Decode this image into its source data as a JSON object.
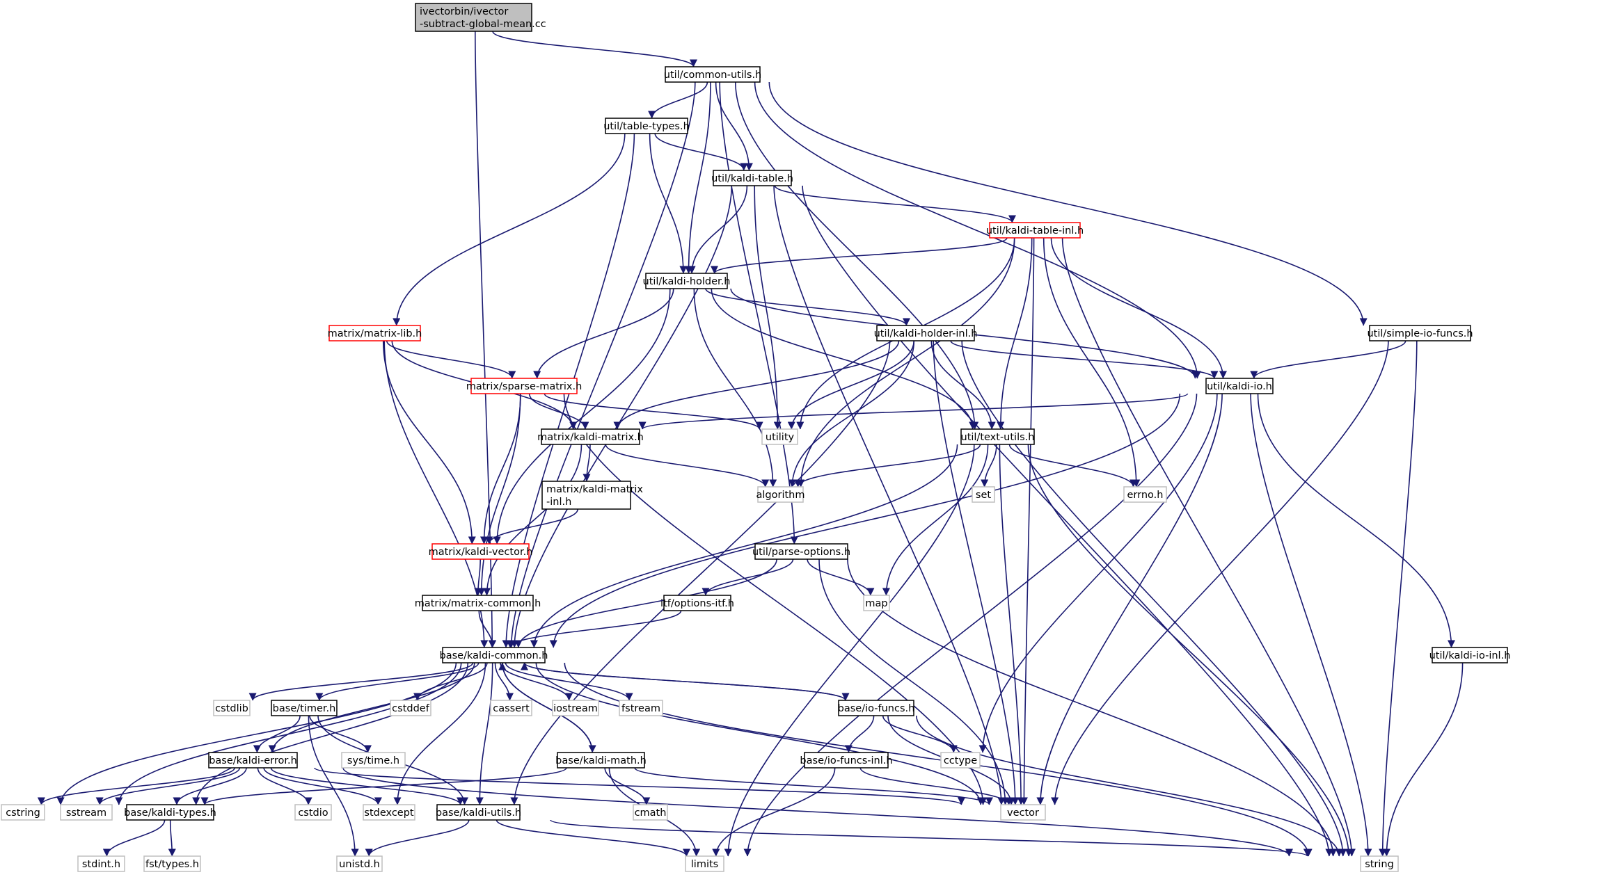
{
  "colors": {
    "edge": "#191970",
    "root_fill": "#bfbfbf",
    "red_border": "#ff0000",
    "gray_border": "#bfbfbf",
    "black_border": "#000000"
  },
  "nodes": {
    "root": {
      "lines": [
        "ivectorbin/ivector",
        "-subtract-global-mean.cc"
      ],
      "style": "root"
    },
    "common_utils": {
      "lines": [
        "util/common-utils.h"
      ],
      "style": "black"
    },
    "table_types": {
      "lines": [
        "util/table-types.h"
      ],
      "style": "black"
    },
    "kaldi_table": {
      "lines": [
        "util/kaldi-table.h"
      ],
      "style": "black"
    },
    "kaldi_table_inl": {
      "lines": [
        "util/kaldi-table-inl.h"
      ],
      "style": "red"
    },
    "kaldi_holder": {
      "lines": [
        "util/kaldi-holder.h"
      ],
      "style": "black"
    },
    "matrix_lib": {
      "lines": [
        "matrix/matrix-lib.h"
      ],
      "style": "red"
    },
    "sparse_matrix": {
      "lines": [
        "matrix/sparse-matrix.h"
      ],
      "style": "red"
    },
    "kaldi_holder_inl": {
      "lines": [
        "util/kaldi-holder-inl.h"
      ],
      "style": "black"
    },
    "simple_io_funcs": {
      "lines": [
        "util/simple-io-funcs.h"
      ],
      "style": "black"
    },
    "kaldi_io": {
      "lines": [
        "util/kaldi-io.h"
      ],
      "style": "black"
    },
    "kaldi_matrix": {
      "lines": [
        "matrix/kaldi-matrix.h"
      ],
      "style": "black"
    },
    "utility": {
      "lines": [
        "utility"
      ],
      "style": "gray"
    },
    "text_utils": {
      "lines": [
        "util/text-utils.h"
      ],
      "style": "black"
    },
    "kaldi_matrix_inl": {
      "lines": [
        "matrix/kaldi-matrix",
        "-inl.h"
      ],
      "style": "black"
    },
    "algorithm": {
      "lines": [
        "algorithm"
      ],
      "style": "gray"
    },
    "set": {
      "lines": [
        "set"
      ],
      "style": "gray"
    },
    "errno": {
      "lines": [
        "errno.h"
      ],
      "style": "gray"
    },
    "kaldi_vector": {
      "lines": [
        "matrix/kaldi-vector.h"
      ],
      "style": "red"
    },
    "parse_options": {
      "lines": [
        "util/parse-options.h"
      ],
      "style": "black"
    },
    "options_itf": {
      "lines": [
        "itf/options-itf.h"
      ],
      "style": "black"
    },
    "map": {
      "lines": [
        "map"
      ],
      "style": "gray"
    },
    "matrix_common": {
      "lines": [
        "matrix/matrix-common.h"
      ],
      "style": "black"
    },
    "kaldi_common": {
      "lines": [
        "base/kaldi-common.h"
      ],
      "style": "black"
    },
    "kaldi_io_inl": {
      "lines": [
        "util/kaldi-io-inl.h"
      ],
      "style": "black"
    },
    "cstdlib": {
      "lines": [
        "cstdlib"
      ],
      "style": "gray"
    },
    "timer": {
      "lines": [
        "base/timer.h"
      ],
      "style": "black"
    },
    "cstddef": {
      "lines": [
        "cstddef"
      ],
      "style": "gray"
    },
    "cassert": {
      "lines": [
        "cassert"
      ],
      "style": "gray"
    },
    "iostream": {
      "lines": [
        "iostream"
      ],
      "style": "gray"
    },
    "fstream": {
      "lines": [
        "fstream"
      ],
      "style": "gray"
    },
    "io_funcs": {
      "lines": [
        "base/io-funcs.h"
      ],
      "style": "black"
    },
    "sys_time": {
      "lines": [
        "sys/time.h"
      ],
      "style": "gray"
    },
    "cctype": {
      "lines": [
        "cctype"
      ],
      "style": "gray"
    },
    "kaldi_error": {
      "lines": [
        "base/kaldi-error.h"
      ],
      "style": "black"
    },
    "kaldi_math": {
      "lines": [
        "base/kaldi-math.h"
      ],
      "style": "black"
    },
    "io_funcs_inl": {
      "lines": [
        "base/io-funcs-inl.h"
      ],
      "style": "black"
    },
    "cstring": {
      "lines": [
        "cstring"
      ],
      "style": "gray"
    },
    "sstream": {
      "lines": [
        "sstream"
      ],
      "style": "gray"
    },
    "kaldi_types": {
      "lines": [
        "base/kaldi-types.h"
      ],
      "style": "black"
    },
    "cstdio": {
      "lines": [
        "cstdio"
      ],
      "style": "gray"
    },
    "stdexcept": {
      "lines": [
        "stdexcept"
      ],
      "style": "gray"
    },
    "kaldi_utils": {
      "lines": [
        "base/kaldi-utils.h"
      ],
      "style": "black"
    },
    "cmath": {
      "lines": [
        "cmath"
      ],
      "style": "gray"
    },
    "vector": {
      "lines": [
        "vector"
      ],
      "style": "gray"
    },
    "stdint": {
      "lines": [
        "stdint.h"
      ],
      "style": "gray"
    },
    "fst_types": {
      "lines": [
        "fst/types.h"
      ],
      "style": "gray"
    },
    "unistd": {
      "lines": [
        "unistd.h"
      ],
      "style": "gray"
    },
    "limits": {
      "lines": [
        "limits"
      ],
      "style": "gray"
    },
    "string": {
      "lines": [
        "string"
      ],
      "style": "gray"
    }
  },
  "edges": [
    [
      "root",
      "common_utils"
    ],
    [
      "root",
      "kaldi_common"
    ],
    [
      "common_utils",
      "table_types"
    ],
    [
      "common_utils",
      "kaldi_table"
    ],
    [
      "common_utils",
      "kaldi_holder"
    ],
    [
      "common_utils",
      "kaldi_common"
    ],
    [
      "common_utils",
      "parse_options"
    ],
    [
      "common_utils",
      "text_utils"
    ],
    [
      "common_utils",
      "kaldi_io"
    ],
    [
      "common_utils",
      "simple_io_funcs"
    ],
    [
      "table_types",
      "kaldi_table"
    ],
    [
      "table_types",
      "kaldi_holder"
    ],
    [
      "table_types",
      "matrix_lib"
    ],
    [
      "table_types",
      "kaldi_common"
    ],
    [
      "kaldi_table",
      "kaldi_holder"
    ],
    [
      "kaldi_table",
      "kaldi_table_inl"
    ],
    [
      "kaldi_table",
      "utility"
    ],
    [
      "kaldi_table",
      "kaldi_common"
    ],
    [
      "kaldi_table",
      "vector"
    ],
    [
      "kaldi_table",
      "string"
    ],
    [
      "kaldi_table_inl",
      "kaldi_holder"
    ],
    [
      "kaldi_table_inl",
      "utility"
    ],
    [
      "kaldi_table_inl",
      "algorithm"
    ],
    [
      "kaldi_table_inl",
      "text_utils"
    ],
    [
      "kaldi_table_inl",
      "errno"
    ],
    [
      "kaldi_table_inl",
      "kaldi_io"
    ],
    [
      "kaldi_table_inl",
      "vector"
    ],
    [
      "kaldi_table_inl",
      "string"
    ],
    [
      "kaldi_holder",
      "kaldi_holder_inl"
    ],
    [
      "kaldi_holder",
      "sparse_matrix"
    ],
    [
      "kaldi_holder",
      "kaldi_vector"
    ],
    [
      "kaldi_holder",
      "algorithm"
    ],
    [
      "kaldi_holder",
      "text_utils"
    ],
    [
      "kaldi_holder",
      "kaldi_io"
    ],
    [
      "matrix_lib",
      "sparse_matrix"
    ],
    [
      "matrix_lib",
      "kaldi_matrix"
    ],
    [
      "matrix_lib",
      "kaldi_vector"
    ],
    [
      "matrix_lib",
      "kaldi_common"
    ],
    [
      "sparse_matrix",
      "kaldi_matrix"
    ],
    [
      "sparse_matrix",
      "kaldi_vector"
    ],
    [
      "sparse_matrix",
      "matrix_common"
    ],
    [
      "sparse_matrix",
      "utility"
    ],
    [
      "sparse_matrix",
      "vector"
    ],
    [
      "kaldi_holder_inl",
      "kaldi_matrix"
    ],
    [
      "kaldi_holder_inl",
      "utility"
    ],
    [
      "kaldi_holder_inl",
      "algorithm"
    ],
    [
      "kaldi_holder_inl",
      "text_utils"
    ],
    [
      "kaldi_holder_inl",
      "kaldi_io"
    ],
    [
      "kaldi_holder_inl",
      "vector"
    ],
    [
      "kaldi_holder_inl",
      "string"
    ],
    [
      "kaldi_holder_inl",
      "kaldi_utils"
    ],
    [
      "simple_io_funcs",
      "kaldi_io"
    ],
    [
      "simple_io_funcs",
      "vector"
    ],
    [
      "simple_io_funcs",
      "string"
    ],
    [
      "kaldi_io",
      "kaldi_matrix"
    ],
    [
      "kaldi_io",
      "kaldi_common"
    ],
    [
      "kaldi_io",
      "kaldi_io_inl"
    ],
    [
      "kaldi_io",
      "cctype"
    ],
    [
      "kaldi_io",
      "vector"
    ],
    [
      "kaldi_io",
      "limits"
    ],
    [
      "kaldi_io",
      "string"
    ],
    [
      "kaldi_matrix",
      "kaldi_matrix_inl"
    ],
    [
      "kaldi_matrix",
      "algorithm"
    ],
    [
      "kaldi_matrix",
      "matrix_common"
    ],
    [
      "kaldi_matrix_inl",
      "kaldi_vector"
    ],
    [
      "text_utils",
      "algorithm"
    ],
    [
      "text_utils",
      "set"
    ],
    [
      "text_utils",
      "errno"
    ],
    [
      "text_utils",
      "map"
    ],
    [
      "text_utils",
      "kaldi_common"
    ],
    [
      "text_utils",
      "vector"
    ],
    [
      "text_utils",
      "limits"
    ],
    [
      "text_utils",
      "string"
    ],
    [
      "kaldi_vector",
      "matrix_common"
    ],
    [
      "parse_options",
      "options_itf"
    ],
    [
      "parse_options",
      "map"
    ],
    [
      "parse_options",
      "kaldi_common"
    ],
    [
      "parse_options",
      "vector"
    ],
    [
      "parse_options",
      "string"
    ],
    [
      "options_itf",
      "kaldi_common"
    ],
    [
      "matrix_common",
      "kaldi_common"
    ],
    [
      "kaldi_io_inl",
      "string"
    ],
    [
      "kaldi_common",
      "cstdlib"
    ],
    [
      "kaldi_common",
      "timer"
    ],
    [
      "kaldi_common",
      "cstddef"
    ],
    [
      "kaldi_common",
      "cassert"
    ],
    [
      "kaldi_common",
      "iostream"
    ],
    [
      "kaldi_common",
      "fstream"
    ],
    [
      "kaldi_common",
      "io_funcs"
    ],
    [
      "kaldi_common",
      "kaldi_error"
    ],
    [
      "kaldi_common",
      "kaldi_math"
    ],
    [
      "kaldi_common",
      "cstring"
    ],
    [
      "kaldi_common",
      "sstream"
    ],
    [
      "kaldi_common",
      "kaldi_types"
    ],
    [
      "kaldi_common",
      "stdexcept"
    ],
    [
      "kaldi_common",
      "kaldi_utils"
    ],
    [
      "kaldi_common",
      "vector"
    ],
    [
      "kaldi_common",
      "string"
    ],
    [
      "io_funcs",
      "kaldi_common"
    ],
    [
      "io_funcs",
      "io_funcs_inl"
    ],
    [
      "io_funcs",
      "cctype"
    ],
    [
      "io_funcs",
      "vector"
    ],
    [
      "io_funcs",
      "string"
    ],
    [
      "io_funcs_inl",
      "vector"
    ],
    [
      "io_funcs_inl",
      "limits"
    ],
    [
      "timer",
      "kaldi_error"
    ],
    [
      "timer",
      "sys_time"
    ],
    [
      "timer",
      "unistd"
    ],
    [
      "timer",
      "kaldi_utils"
    ],
    [
      "kaldi_math",
      "kaldi_common"
    ],
    [
      "kaldi_math",
      "kaldi_types"
    ],
    [
      "kaldi_math",
      "cmath"
    ],
    [
      "kaldi_math",
      "limits"
    ],
    [
      "kaldi_math",
      "vector"
    ],
    [
      "kaldi_error",
      "cstring"
    ],
    [
      "kaldi_error",
      "sstream"
    ],
    [
      "kaldi_error",
      "kaldi_types"
    ],
    [
      "kaldi_error",
      "cstdio"
    ],
    [
      "kaldi_error",
      "stdexcept"
    ],
    [
      "kaldi_error",
      "kaldi_utils"
    ],
    [
      "kaldi_error",
      "vector"
    ],
    [
      "kaldi_error",
      "string"
    ],
    [
      "kaldi_types",
      "stdint"
    ],
    [
      "kaldi_types",
      "fst_types"
    ],
    [
      "kaldi_utils",
      "unistd"
    ],
    [
      "kaldi_utils",
      "limits"
    ],
    [
      "kaldi_utils",
      "string"
    ]
  ]
}
